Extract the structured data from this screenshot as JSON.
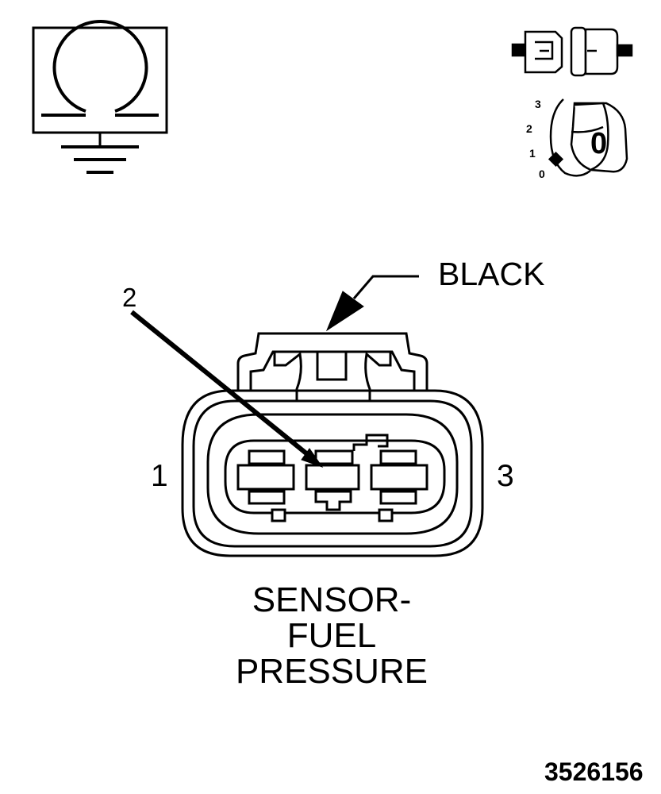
{
  "connector": {
    "color_label": "BLACK",
    "pins": {
      "left": "1",
      "top": "2",
      "right": "3"
    }
  },
  "caption": {
    "line1": "SENSOR-",
    "line2": "FUEL",
    "line3": "PRESSURE"
  },
  "figure_number": "3526156",
  "ignition_key": {
    "positions": [
      "3",
      "2",
      "1",
      "0"
    ],
    "key_label": "0"
  },
  "icons": {
    "meter": "ohmmeter-ground-icon",
    "connector": "disconnected-connector-icon",
    "key": "ignition-key-off-icon"
  },
  "colors": {
    "line": "#000000",
    "background": "#ffffff"
  }
}
